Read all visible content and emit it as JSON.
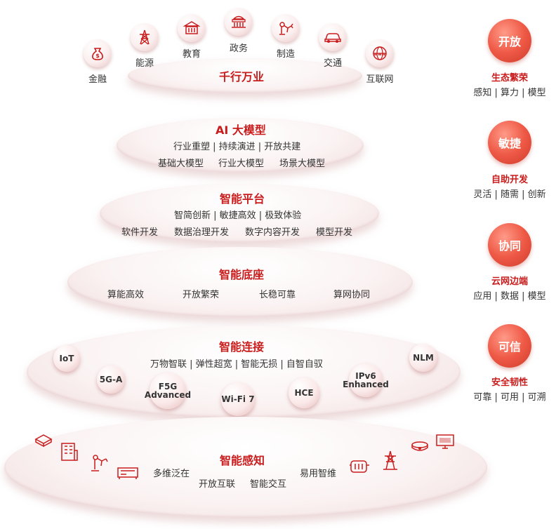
{
  "industries": {
    "title": "千行万业",
    "items": [
      {
        "label": "金融",
        "icon": "money-bag-icon"
      },
      {
        "label": "能源",
        "icon": "power-tower-icon"
      },
      {
        "label": "教育",
        "icon": "school-icon"
      },
      {
        "label": "政务",
        "icon": "government-icon"
      },
      {
        "label": "制造",
        "icon": "robot-arm-icon"
      },
      {
        "label": "交通",
        "icon": "car-icon"
      },
      {
        "label": "互联网",
        "icon": "www-icon"
      }
    ]
  },
  "layers": {
    "ai_model": {
      "title": "AI 大模型",
      "line1": "行业重塑 | 持续演进 | 开放共建",
      "items": [
        "基础大模型",
        "行业大模型",
        "场景大模型"
      ]
    },
    "platform": {
      "title": "智能平台",
      "line1": "智简创新 | 敏捷高效 | 极致体验",
      "items": [
        "软件开发",
        "数据治理开发",
        "数字内容开发",
        "模型开发"
      ]
    },
    "base": {
      "title": "智能底座",
      "items": [
        "算能高效",
        "开放繁荣",
        "长稳可靠",
        "算网协同"
      ]
    },
    "connect": {
      "title": "智能连接",
      "line1": "万物智联 | 弹性超宽 | 智能无损 | 自智自驭",
      "bubbles": [
        "IoT",
        "5G-A",
        "F5G Advanced",
        "Wi-Fi 7",
        "HCE",
        "IPv6 Enhanced",
        "NLM"
      ]
    },
    "sense": {
      "title": "智能感知",
      "items": [
        "多维泛在",
        "开放互联",
        "智能交互",
        "易用智维"
      ]
    }
  },
  "side": [
    {
      "circle": "开放",
      "title": "生态繁荣",
      "desc": "感知 | 算力 | 模型"
    },
    {
      "circle": "敏捷",
      "title": "自助开发",
      "desc": "灵活 | 随需 | 创新"
    },
    {
      "circle": "协同",
      "title": "云网边端",
      "desc": "应用 | 数据 | 模型"
    },
    {
      "circle": "可信",
      "title": "安全韧性",
      "desc": "可靠 | 可用 | 可溯"
    }
  ],
  "colors": {
    "accent": "#c91d1d",
    "side_circle": "#e8513f"
  }
}
